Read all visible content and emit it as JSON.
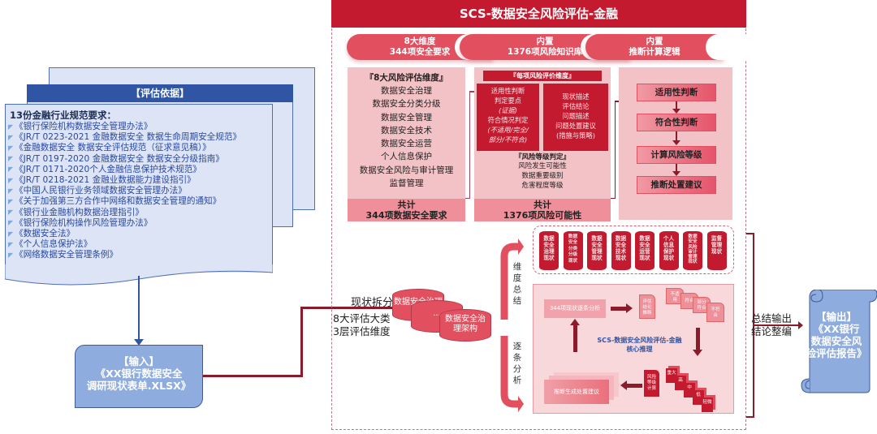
{
  "basis": {
    "header": "【评估依据】",
    "title": "13份金融行业规范要求：",
    "items": [
      "《银行保险机构数据安全管理办法》",
      "《JR/T 0223-2021 金融数据安全 数据生命周期安全规范》",
      "《金融数据安全 数据安全评估规范（征求意见稿）》",
      "《JR/T 0197-2020 金融数据安全 数据安全分级指南》",
      "《JR/T 0171-2020个人金融信息保护技术规范》",
      "《JR/T 0218-2021 金融业数据能力建设指引》",
      "《中国人民银行业务领域数据安全管理办法》",
      "《关于加强第三方合作中网络和数据安全管理的通知》",
      "《银行业金融机构数据治理指引》",
      "《银行保险机构操作风险管理办法》",
      "《数据安全法》",
      "《个人信息保护法》",
      "《网络数据安全管理条例》"
    ]
  },
  "input": {
    "line1": "【输入】",
    "line2": "《XX银行数据安全",
    "line3": "调研现状表单.XLSX》"
  },
  "main": {
    "title": "SCS-数据安全风险评估-金融",
    "pills": [
      {
        "line1": "8大维度",
        "line2": "344项安全要求"
      },
      {
        "line1": "内置",
        "line2": "1376项风险知识库"
      },
      {
        "line1": "内置",
        "line2": "推断计算逻辑"
      }
    ],
    "dimensions": {
      "head": "『8大风险评估维度』",
      "items": [
        "数据安全治理",
        "数据安全分类分级",
        "数据安全管理",
        "数据安全技术",
        "数据安全运营",
        "个人信息保护",
        "数据安全风险与审计管理",
        "监督管理"
      ],
      "total_line1": "共计",
      "total_line2": "344项数据安全要求"
    },
    "evaluation": {
      "head": "『每项风险评价维度』",
      "left": [
        "适用性判断",
        "判定要点",
        "(证据)",
        "符合情况判定",
        "(不适用/完全/",
        "部分/不符合)"
      ],
      "right": [
        "现状描述",
        "评估结论",
        "问题描述",
        "问题处置建议",
        "(措施与策略)"
      ],
      "risk_head": "『风险等级判定』",
      "risk_items": [
        "风险发生可能性",
        "数据重要级别",
        "危害程度等级"
      ],
      "total_line1": "共计",
      "total_line2": "1376项风险可能性"
    },
    "steps": [
      "适用性判断",
      "符合性判断",
      "计算风险等级",
      "推断处置建议"
    ],
    "status_cylinders": [
      [
        "数据",
        "安全",
        "治理",
        "现状"
      ],
      [
        "数据",
        "安全",
        "分类",
        "分级",
        "现状"
      ],
      [
        "数据",
        "安全",
        "管理",
        "现状"
      ],
      [
        "数据",
        "安全",
        "技术",
        "现状"
      ],
      [
        "数据",
        "安全",
        "运营",
        "现状"
      ],
      [
        "个人",
        "信息",
        "保护",
        "现状"
      ],
      [
        "数据",
        "安全",
        "风险",
        "审计",
        "管理",
        "现状"
      ],
      [
        "监督",
        "管理",
        "现状"
      ]
    ],
    "split": {
      "label": "现状拆分",
      "sub1": "8大评估大类",
      "sub2": "3层评估维度",
      "cyl1": "数据安全治理",
      "cyl2": "...",
      "cyl3a": "数据安全治",
      "cyl3b": "理架构"
    },
    "flow_labels": {
      "summary": [
        "维",
        "度",
        "总",
        "结"
      ],
      "analysis": [
        "逐",
        "条",
        "分",
        "析"
      ]
    },
    "core": {
      "analysis_box": "344项现状逐条分析",
      "eval_doc": [
        "评估",
        "结论",
        "推断"
      ],
      "conformance_docs": [
        [
          "不适",
          "用"
        ],
        [
          "符合"
        ],
        [
          "部分",
          "符合"
        ],
        [
          "不符",
          "合"
        ]
      ],
      "title_line1": "SCS-数据安全风险评估-金融",
      "title_line2": "核心推理",
      "suggestion": "推断生成处置建议",
      "calc_doc": [
        "风险",
        "等级",
        "计算"
      ],
      "levels": [
        "重大",
        "高",
        "中",
        "低",
        "轻微"
      ]
    }
  },
  "output": {
    "label1": "总结输出",
    "label2": "结论整编",
    "line1": "【输出】",
    "line2": "《XX银行",
    "line3": "数据安全风",
    "line4": "险评估报告》"
  }
}
